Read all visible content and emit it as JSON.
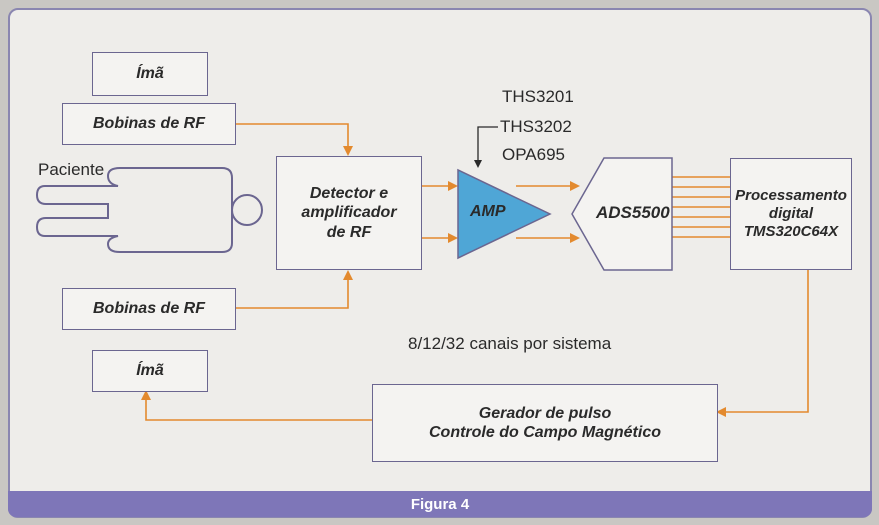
{
  "figure": {
    "caption": "Figura 4",
    "boxes": {
      "ima_top": "Ímã",
      "bobinas_top": "Bobinas de RF",
      "detector": "Detector e\namplificador\nde RF",
      "amp": "AMP",
      "adc": "ADS5500",
      "processing": "Processamento\ndigital\nTMS320C64X",
      "bobinas_bottom": "Bobinas de RF",
      "ima_bottom": "Ímã",
      "pulse": "Gerador de pulso\nControle do Campo Magnético"
    },
    "labels": {
      "patient": "Paciente",
      "amp_part_1": "THS3201",
      "amp_part_2": "THS3202",
      "amp_part_3": "OPA695",
      "channels": "8/12/32 canais por sistema"
    },
    "colors": {
      "border": "#6b6690",
      "arrow": "#e38a2e",
      "amp_fill": "#4fa6d6",
      "footer": "#7e76b8"
    }
  }
}
